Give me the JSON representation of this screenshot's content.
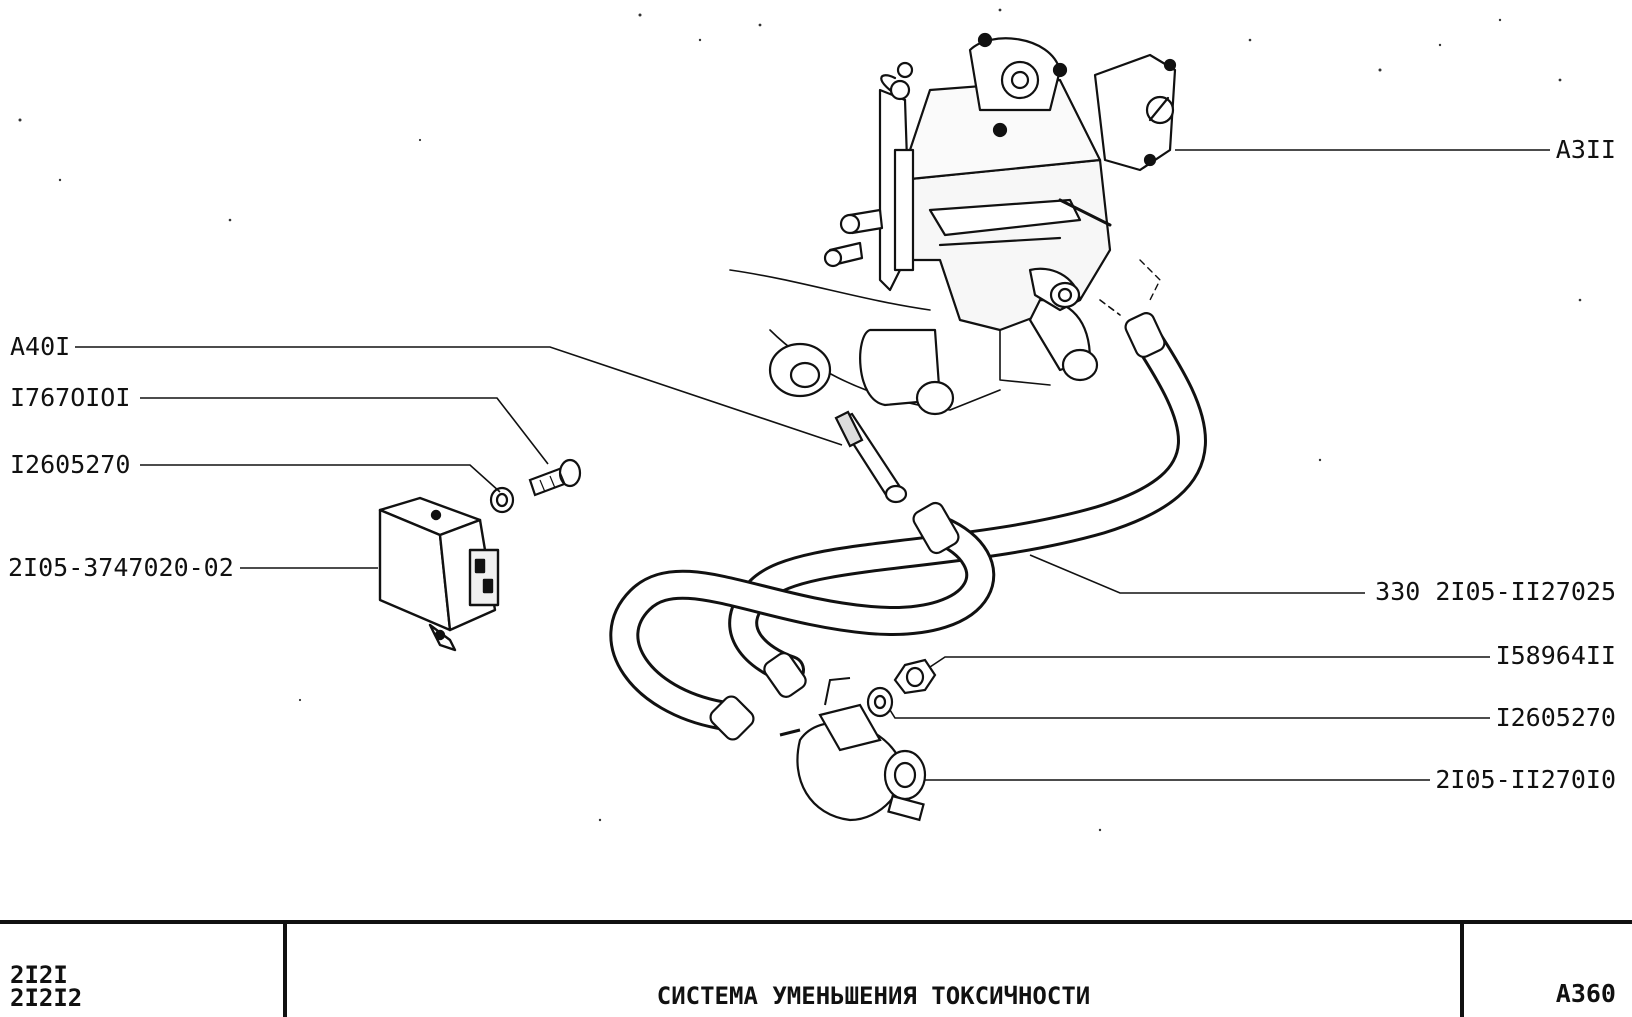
{
  "callouts_left": [
    {
      "id": "a401",
      "label": "A40I"
    },
    {
      "id": "i767",
      "label": "I767OIOI"
    },
    {
      "id": "i126a",
      "label": "I2605270"
    },
    {
      "id": "i2105",
      "label": "2I05-3747020-02"
    }
  ],
  "callouts_right": [
    {
      "id": "a311",
      "label": "A3II"
    },
    {
      "id": "i330",
      "label": "330 2I05-II27025"
    },
    {
      "id": "i158",
      "label": "I58964II"
    },
    {
      "id": "i126b",
      "label": "I2605270"
    },
    {
      "id": "i2105b",
      "label": "2I05-II270I0"
    }
  ],
  "title_block": {
    "models": [
      "2I2I",
      "2I2I2"
    ],
    "title": "СИСТЕМА УМЕНЬШЕНИЯ ТОКСИЧНОСТИ",
    "sheet_code": "A360"
  }
}
